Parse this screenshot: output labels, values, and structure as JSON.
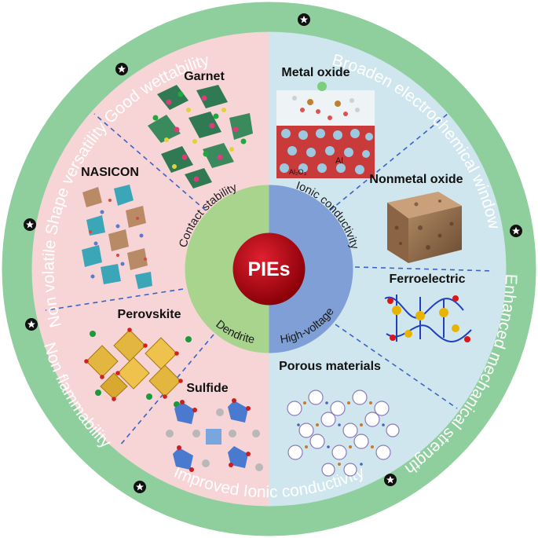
{
  "center": {
    "label": "PIEs"
  },
  "outer_ring": {
    "left_texts": [
      "Good wettability",
      "Shape versatility",
      "Non volatile",
      "Non flammability"
    ],
    "right_texts": [
      "Broaden electrochemical window",
      "Enhanced mechanical strength"
    ],
    "bottom_text": "Improved Ionic conductivity",
    "star_icon": "star-icon"
  },
  "inner_ring": {
    "contact": "Contact stability",
    "dendrite": "Dendrite",
    "ionic": "Ionic conductivity",
    "high_voltage": "High-voltage"
  },
  "materials": {
    "garnet": "Garnet",
    "nasicon": "NASICON",
    "perovskite": "Perovskite",
    "sulfide": "Sulfide",
    "metal_oxide": "Metal oxide",
    "metal_oxide_sub1": "Al",
    "metal_oxide_sub2": "Al₂O₃",
    "nonmetal_oxide": "Nonmetal oxide",
    "ferroelectric": "Ferroelectric",
    "porous": "Porous materials"
  },
  "colors": {
    "outer_ring": "#8fcf9e",
    "left_panel": "#f7d4d6",
    "right_panel": "#cfe6ee",
    "inner_left": "#a8d48e",
    "inner_right": "#7f9fd6",
    "center": "#b00010",
    "divider": "#3a62c8"
  }
}
